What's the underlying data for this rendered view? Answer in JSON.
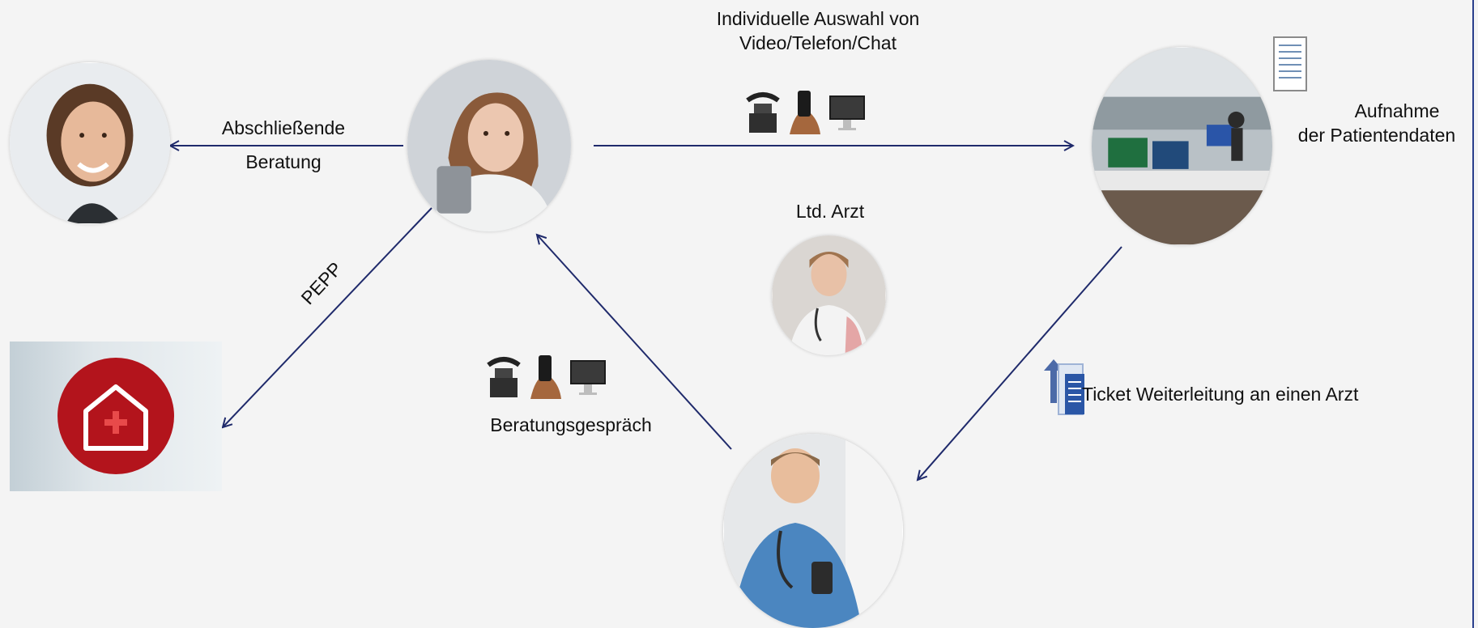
{
  "labels": {
    "channel_choice": "Individuelle Auswahl von Video/Telefon/Chat",
    "final_consult_line1": "Abschließende",
    "final_consult_line2": "Beratung",
    "intake_line1": "Aufnahme",
    "intake_line2": "der Patientendaten",
    "senior_doctor": "Ltd. Arzt",
    "pepp": "PEPP",
    "consultation": "Beratungsgespräch",
    "ticket_forward": "Ticket Weiterleitung an einen Arzt"
  },
  "nodes": [
    {
      "name": "smiling-woman-photo",
      "role": "final consultation recipient"
    },
    {
      "name": "sick-patient-photo",
      "role": "patient"
    },
    {
      "name": "call-center-photo",
      "role": "intake"
    },
    {
      "name": "senior-doctor-photo",
      "role": "Ltd. Arzt"
    },
    {
      "name": "doctor-with-phone-photo",
      "role": "doctor"
    },
    {
      "name": "hospital-home-icon",
      "role": "PEPP"
    }
  ],
  "device_icons": [
    "telephone-icon",
    "smartphone-icon",
    "monitor-icon"
  ],
  "colors": {
    "arrow": "#1f2a6b",
    "hospital_red": "#b3141c",
    "background": "#f4f4f4",
    "frame_edge": "#2a3f8c"
  }
}
